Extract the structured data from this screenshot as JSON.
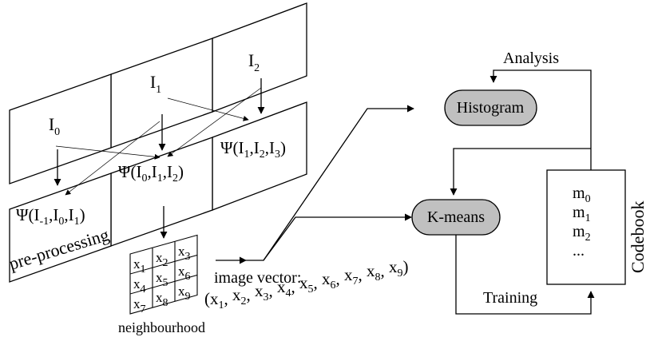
{
  "frames": {
    "i0": {
      "base": "I",
      "sub": "0"
    },
    "i1": {
      "base": "I",
      "sub": "1"
    },
    "i2": {
      "base": "I",
      "sub": "2"
    }
  },
  "preprocessed": {
    "psi_left": {
      "open": "Ψ(I",
      "s1": "-1",
      "c1": ",I",
      "s2": "0",
      "c2": ",I",
      "s3": "1",
      "close": ")"
    },
    "psi_mid": {
      "open": "Ψ(I",
      "s1": "0",
      "c1": ",I",
      "s2": "1",
      "c2": ",I",
      "s3": "2",
      "close": ")"
    },
    "psi_right": {
      "open": "Ψ(I",
      "s1": "1",
      "c1": ",I",
      "s2": "2",
      "c2": ",I",
      "s3": "3",
      "close": ")"
    }
  },
  "labels": {
    "preprocessing": "pre-processing",
    "neighbourhood": "neighbourhood",
    "image_vector": "image vector:",
    "vector_tuple": {
      "open": "(",
      "items": [
        {
          "base": "x",
          "sub": "1"
        },
        {
          "base": "x",
          "sub": "2"
        },
        {
          "base": "x",
          "sub": "3"
        },
        {
          "base": "x",
          "sub": "4"
        },
        {
          "base": "x",
          "sub": "5"
        },
        {
          "base": "x",
          "sub": "6"
        },
        {
          "base": "x",
          "sub": "7"
        },
        {
          "base": "x",
          "sub": "8"
        },
        {
          "base": "x",
          "sub": "9"
        }
      ],
      "sep": ", ",
      "close": ")"
    },
    "analysis": "Analysis",
    "training": "Training",
    "codebook": "Codebook"
  },
  "grid": [
    [
      {
        "base": "x",
        "sub": "1"
      },
      {
        "base": "x",
        "sub": "2"
      },
      {
        "base": "x",
        "sub": "3"
      }
    ],
    [
      {
        "base": "x",
        "sub": "4"
      },
      {
        "base": "x",
        "sub": "5"
      },
      {
        "base": "x",
        "sub": "6"
      }
    ],
    [
      {
        "base": "x",
        "sub": "7"
      },
      {
        "base": "x",
        "sub": "8"
      },
      {
        "base": "x",
        "sub": "9"
      }
    ]
  ],
  "nodes": {
    "histogram": "Histogram",
    "kmeans": "K-means"
  },
  "codebook_entries": [
    {
      "base": "m",
      "sub": "0"
    },
    {
      "base": "m",
      "sub": "1"
    },
    {
      "base": "m",
      "sub": "2"
    },
    {
      "base": "...",
      "sub": ""
    }
  ]
}
